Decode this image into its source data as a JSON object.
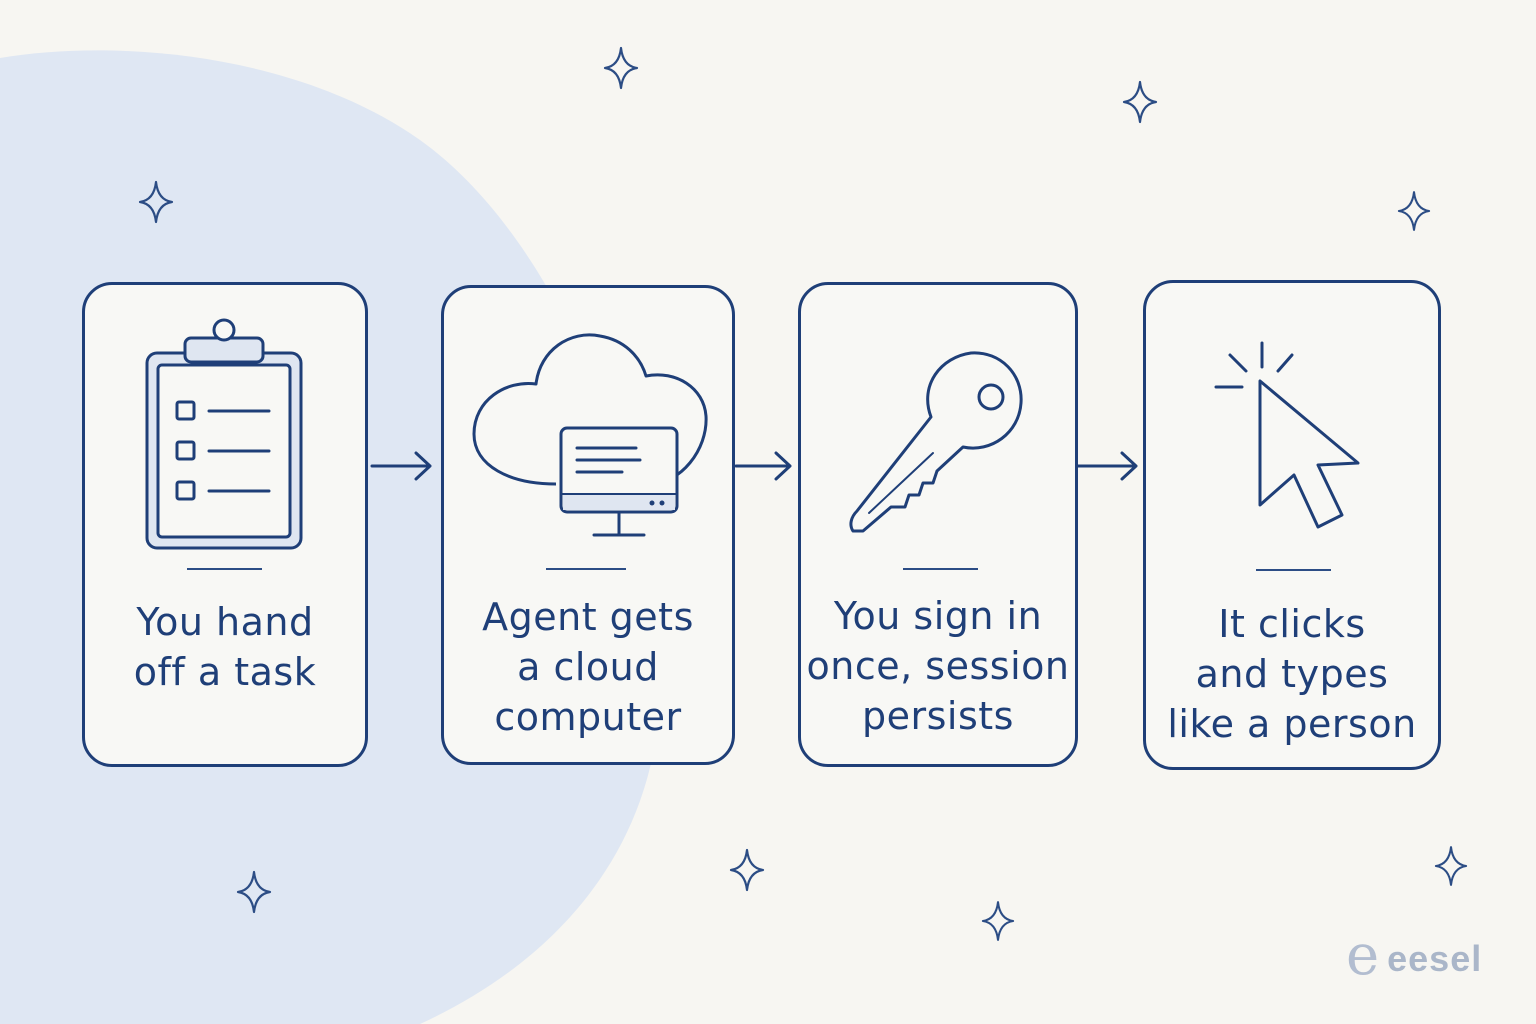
{
  "colors": {
    "ink": "#1f3f78",
    "blob": "#dfe7f3",
    "background": "#f7f6f2",
    "card_fill": "#f8f8f5"
  },
  "steps": [
    {
      "icon": "clipboard-checklist-icon",
      "lines": [
        "You hand",
        "off a task"
      ]
    },
    {
      "icon": "cloud-computer-icon",
      "lines": [
        "Agent gets",
        "a cloud",
        "computer"
      ]
    },
    {
      "icon": "key-icon",
      "lines": [
        "You sign in",
        "once, session",
        "persists"
      ]
    },
    {
      "icon": "mouse-cursor-click-icon",
      "lines": [
        "It clicks",
        "and types",
        "like a person"
      ]
    }
  ],
  "brand": {
    "mark": "e",
    "name": "eesel"
  }
}
